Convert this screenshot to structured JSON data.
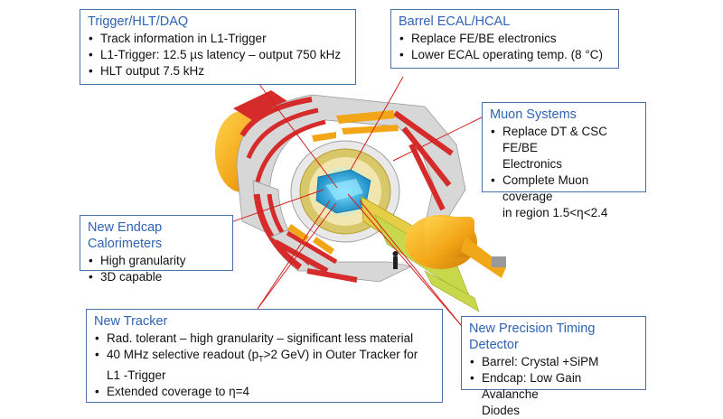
{
  "boxes": {
    "trigger": {
      "title": "Trigger/HLT/DAQ",
      "items": [
        "Track information in L1-Trigger",
        "L1-Trigger: 12.5 µs latency – output 750 kHz",
        "HLT output 7.5 kHz"
      ]
    },
    "barrel": {
      "title": "Barrel ECAL/HCAL",
      "items": [
        "Replace FE/BE electronics",
        "Lower ECAL operating temp. (8 °C)"
      ]
    },
    "muon": {
      "title": "Muon Systems",
      "items": [
        "Replace DT & CSC FE/BE",
        "Electronics",
        "Complete Muon coverage",
        "in region 1.5<η<2.4"
      ]
    },
    "endcap": {
      "title": "New Endcap Calorimeters",
      "items": [
        "High granularity",
        "3D capable"
      ]
    },
    "tracker": {
      "title": "New Tracker",
      "items": [
        "Rad. tolerant – high granularity – significant less material",
        "40 MHz selective readout (p",
        "L1 -Trigger",
        "Extended coverage to η=4"
      ],
      "readout_sub": "T",
      "readout_rest": ">2 GeV) in Outer Tracker for"
    },
    "timing": {
      "title": "New Precision Timing Detector",
      "items": [
        "Barrel: Crystal +SiPM",
        "Endcap: Low Gain Avalanche",
        "Diodes"
      ]
    }
  },
  "colors": {
    "box_border": "#4f6fa8",
    "title": "#2f63b3",
    "leader": "#d21f1f",
    "detector_red": "#d62b2b",
    "detector_grey": "#c9c9c9",
    "magnet_yellow": "#f2b21a",
    "tracker_cyan": "#3fb6e0"
  }
}
